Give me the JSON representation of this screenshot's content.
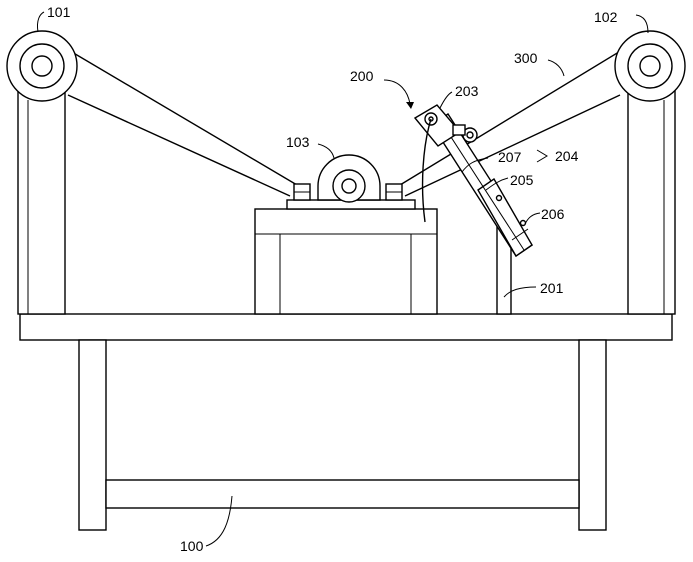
{
  "labels": {
    "l101": "101",
    "l102": "102",
    "l103": "103",
    "l200": "200",
    "l203": "203",
    "l300": "300",
    "l207": "207",
    "l204": "204",
    "l205": "205",
    "l206": "206",
    "l201": "201",
    "l100": "100"
  }
}
